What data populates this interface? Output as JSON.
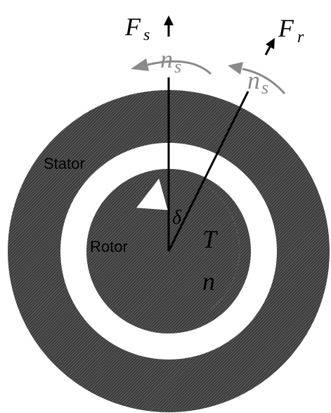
{
  "colors": {
    "background": "#ffffff",
    "hatch_fill": "#3a3a3a",
    "hatch_line": "#8a8a8a",
    "line": "#000000",
    "gray_arrow": "#8a8a8a",
    "pointer_fill": "#ffffff"
  },
  "labels": {
    "stator": "Stator",
    "rotor": "Rotor",
    "fs_main": "F",
    "fs_sub": "s",
    "fr_main": "F",
    "fr_sub": "r",
    "ns_left_main": "n",
    "ns_left_sub": "s",
    "ns_right_main": "n",
    "ns_right_sub": "s",
    "delta": "δ",
    "torque": "T",
    "rotor_speed": "n"
  }
}
